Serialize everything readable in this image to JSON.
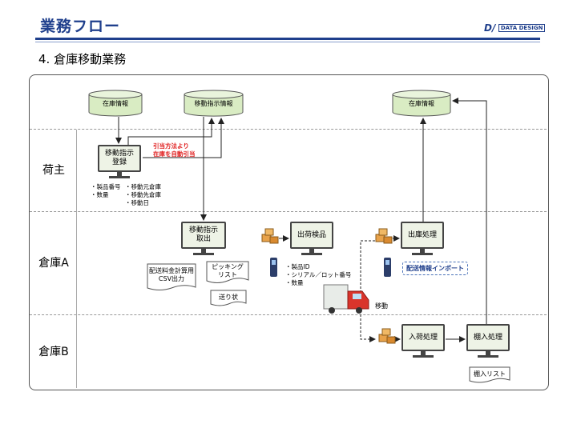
{
  "header": {
    "title": "業務フロー",
    "logo_mark": "D/",
    "logo_text": "DATA DESIGN"
  },
  "section_title": "4. 倉庫移動業務",
  "lanes": [
    "荷主",
    "倉庫A",
    "倉庫B"
  ],
  "databases": {
    "stock_left": "在庫情報",
    "move_instr": "移動指示情報",
    "stock_right": "在庫情報"
  },
  "screens": {
    "move_register": [
      "移動指示",
      "登録"
    ],
    "move_pick": [
      "移動指示",
      "取出"
    ],
    "ship_inspect": "出荷検品",
    "outbound": "出庫処理",
    "inbound": "入荷処理",
    "shelving": "棚入処理"
  },
  "notes": {
    "register_left": [
      "・製品番号",
      "・数量"
    ],
    "register_right": [
      "・移動元倉庫",
      "・移動先倉庫",
      "・移動日"
    ],
    "red": [
      "引当方法より",
      "在庫を自動引当"
    ],
    "inspect": [
      "・製品ID",
      "・シリアル／ロット番号",
      "・数量"
    ]
  },
  "documents": {
    "csv": [
      "配送料金計算用",
      "CSV出力"
    ],
    "picking": [
      "ピッキング",
      "リスト"
    ],
    "delivery": "送り状",
    "shelf_list": "棚入リスト"
  },
  "import_label": "配送情報インポート",
  "move_label": "移動"
}
